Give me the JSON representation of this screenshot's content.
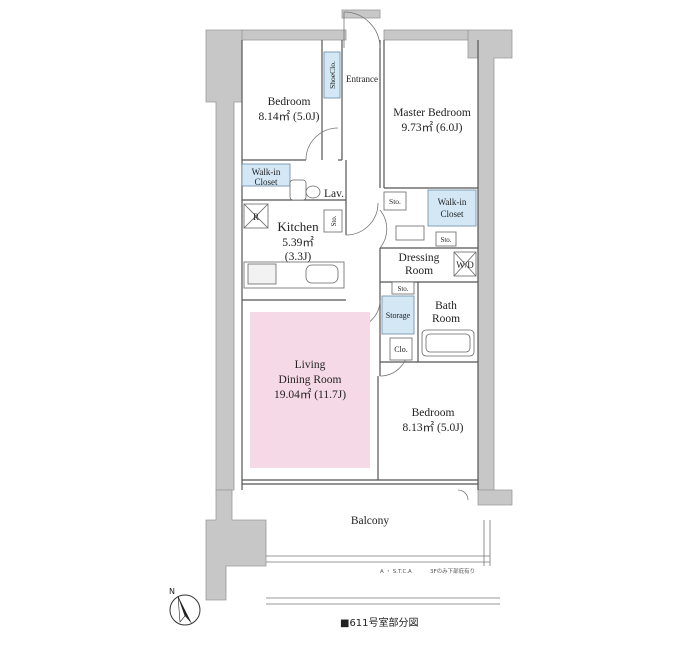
{
  "rooms": {
    "bedroom_nw": {
      "name": "Bedroom",
      "area": "8.14㎡ (5.0J)"
    },
    "master_bedroom": {
      "name": "Master Bedroom",
      "area": "9.73㎡ (6.0J)"
    },
    "kitchen": {
      "name": "Kitchen",
      "area": "5.39㎡",
      "tatami": "(3.3J)"
    },
    "living": {
      "line1": "Living",
      "line2": "Dining Room",
      "area": "19.04㎡ (11.7J)"
    },
    "bedroom_se": {
      "name": "Bedroom",
      "area": "8.13㎡ (5.0J)"
    },
    "dressing": {
      "line1": "Dressing",
      "line2": "Room"
    },
    "bath": {
      "line1": "Bath",
      "line2": "Room"
    },
    "balcony": {
      "name": "Balcony"
    }
  },
  "labels": {
    "entrance": "Entrance",
    "shoe_closet": "ShoeClo.",
    "walkin_left_1": "Walk-in",
    "walkin_left_2": "Closet",
    "walkin_right_1": "Walk-in",
    "walkin_right_2": "Closet",
    "lav": "Lav.",
    "sto_kitchen": "Sto.",
    "sto_top": "Sto.",
    "sto_dress": "Sto.",
    "sto_mid": "Sto.",
    "refrigerator": "R",
    "washer": "W/D",
    "storage": "Storage",
    "clo": "Clo."
  },
  "notes": {
    "caption": "■611号室部分図",
    "balcony_note": "3Fのみ下部庇有り",
    "balcony_small": "A ・ S.T.C.A"
  },
  "colors": {
    "wall": "#c7c7c7",
    "wall_stroke": "#9a9a9a",
    "closet": "#d3e7f5",
    "living": "#f6d9e6",
    "line": "#555555"
  }
}
